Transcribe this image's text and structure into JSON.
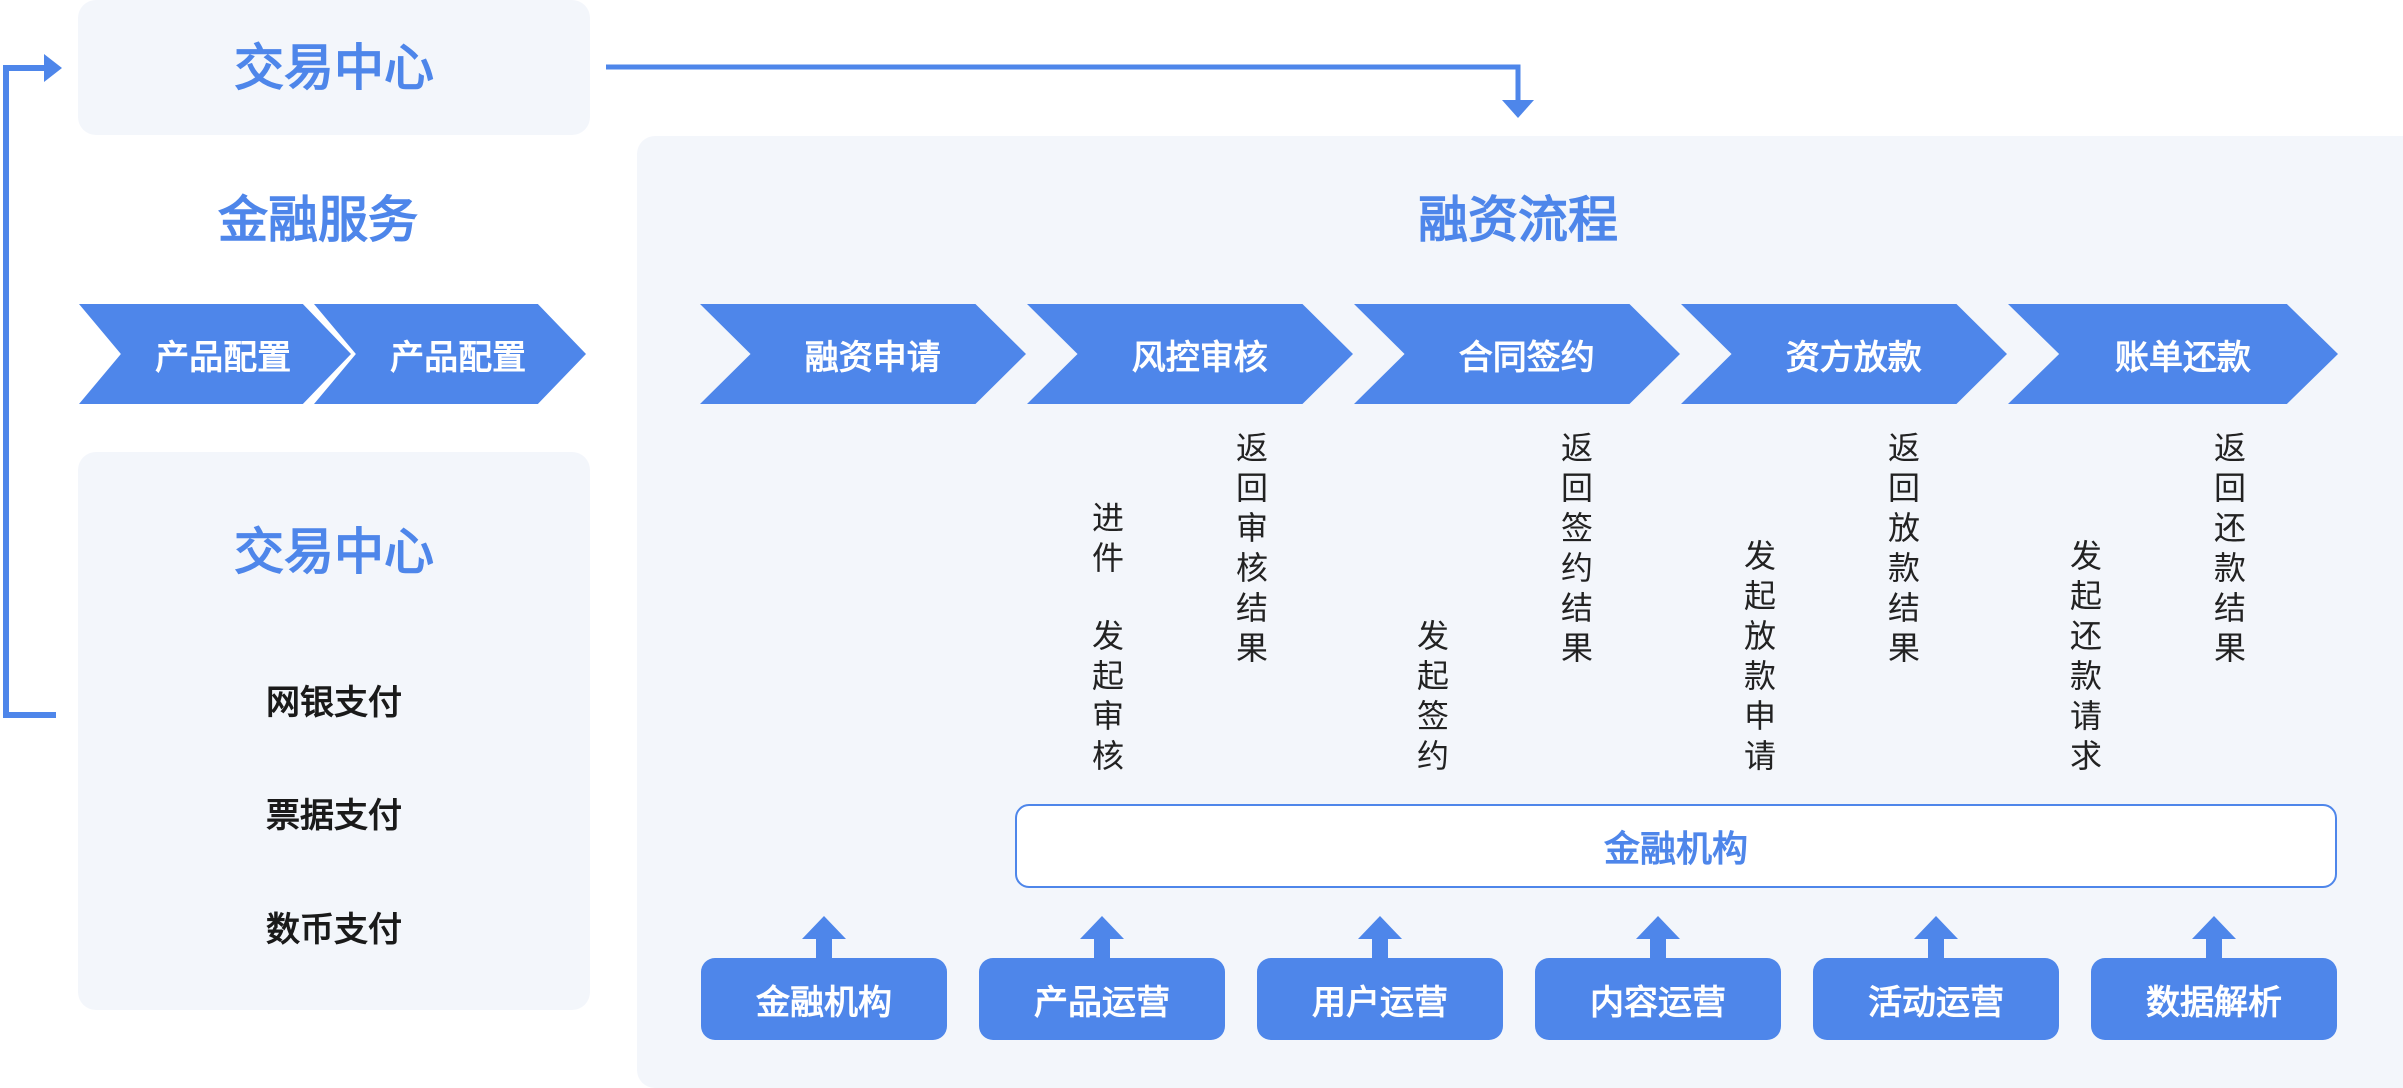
{
  "trade_center_top": "交易中心",
  "finance_service": {
    "title": "金融服务",
    "chevrons": [
      "产品配置",
      "产品配置"
    ]
  },
  "trade_center_panel": {
    "title": "交易中心",
    "items": [
      "网银支付",
      "票据支付",
      "数币支付"
    ]
  },
  "financing_flow": {
    "title": "融资流程",
    "steps": [
      "融资申请",
      "风控审核",
      "合同签约",
      "资方放款",
      "账单还款"
    ],
    "labels": {
      "jinjian": "进件",
      "fq_shenhe": "发起审核",
      "fh_shenhe": "返回审核结果",
      "fq_qianyue": "发起签约",
      "fh_qianyue": "返回签约结果",
      "fq_fangkuan": "发起放款申请",
      "fh_fangkuan": "返回放款结果",
      "fq_huankuan": "发起还款请求",
      "fh_huankuan": "返回还款结果"
    },
    "institution": "金融机构",
    "bottom_buttons": [
      "金融机构",
      "产品运营",
      "用户运营",
      "内容运营",
      "活动运营",
      "数据解析"
    ]
  },
  "colors": {
    "accent": "#4e86ea",
    "panel_bg": "#f3f6fb"
  }
}
